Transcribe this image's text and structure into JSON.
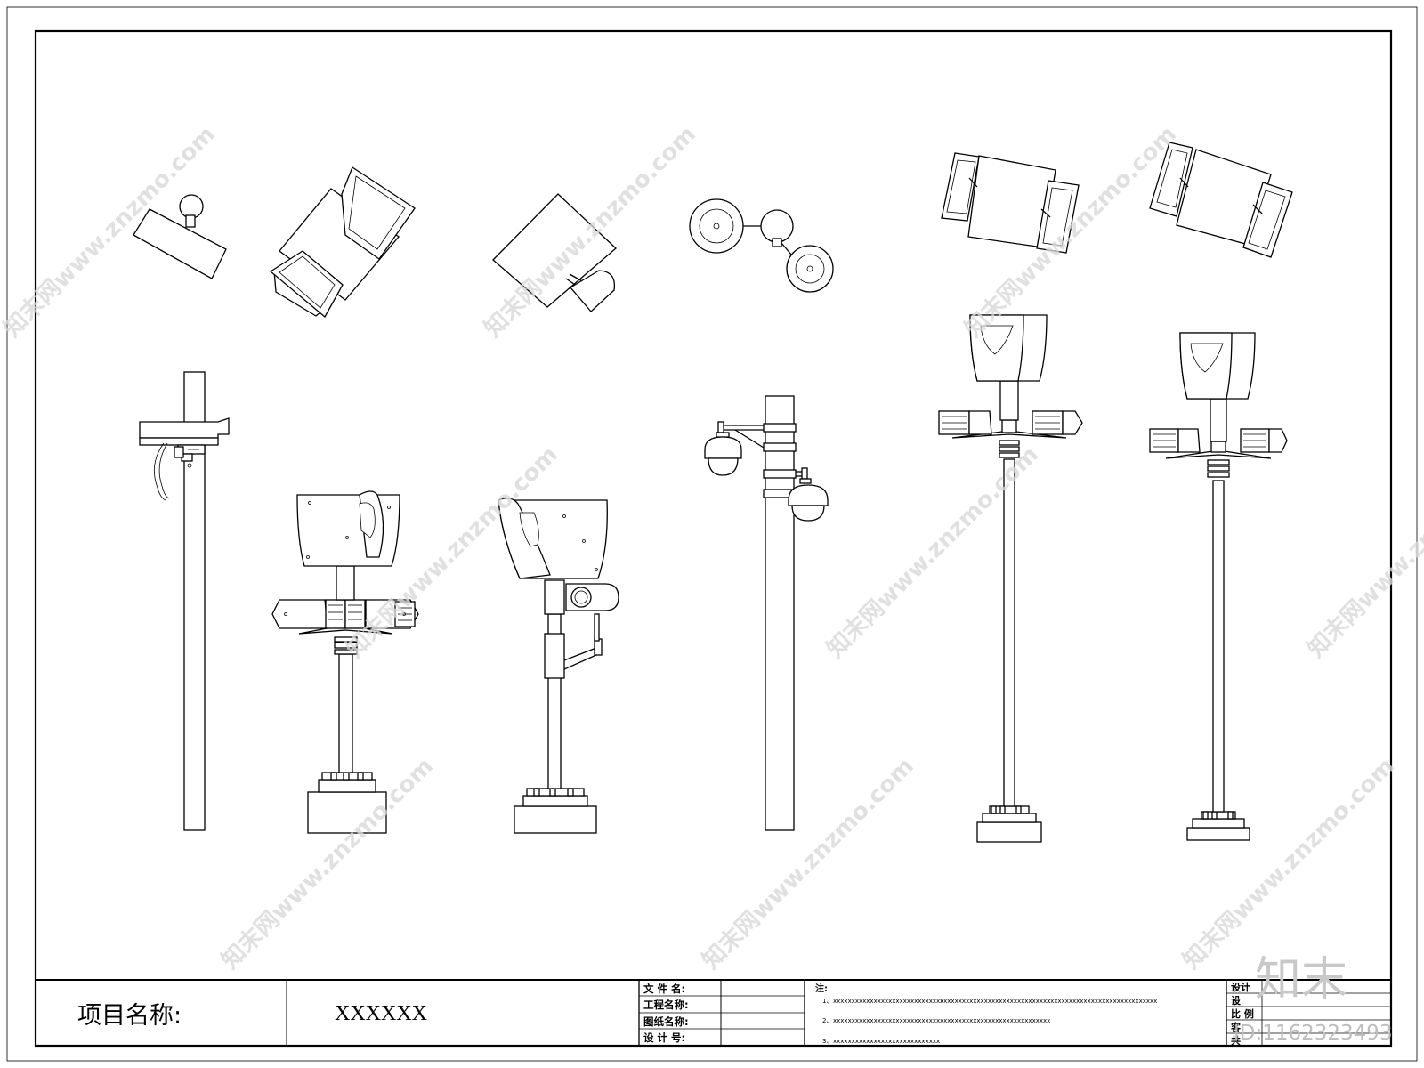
{
  "title_block": {
    "project_label": "项目名称:",
    "project_value": "XXXXXX",
    "fields": [
      {
        "label": "文 件 名:"
      },
      {
        "label": "工程名称:"
      },
      {
        "label": "图纸名称:"
      },
      {
        "label": "设 计 号:"
      }
    ],
    "notes_label": "注:",
    "notes": [
      {
        "n": "1、",
        "a": "xxxxxxxxxxxxxxxxxxxxxxxxxxxxxx",
        "b": "xxxxxxxxxxxxxxxxxxxxxxxxxxxxxx",
        "c": "xxxxxxxxxxxxxxxxxxxxxxxxxxxxxx"
      },
      {
        "n": "2、",
        "a": "xxxxxxxxxxxxxxxxxxxxxxxxxxxxx",
        "b": "xxxxxxxxxxxxxxxxxxxxxxxxxxxxxx"
      },
      {
        "n": "3、",
        "a": "xxxxxxxxxxxxxxxxxxxxxxxxxxxxx"
      }
    ],
    "right_labels": [
      "设计",
      "设",
      "比 例",
      "客",
      "共"
    ]
  },
  "watermark": {
    "text": "知末网www.znzmo.com",
    "logo": "知末",
    "id": "ID:1162323493"
  }
}
